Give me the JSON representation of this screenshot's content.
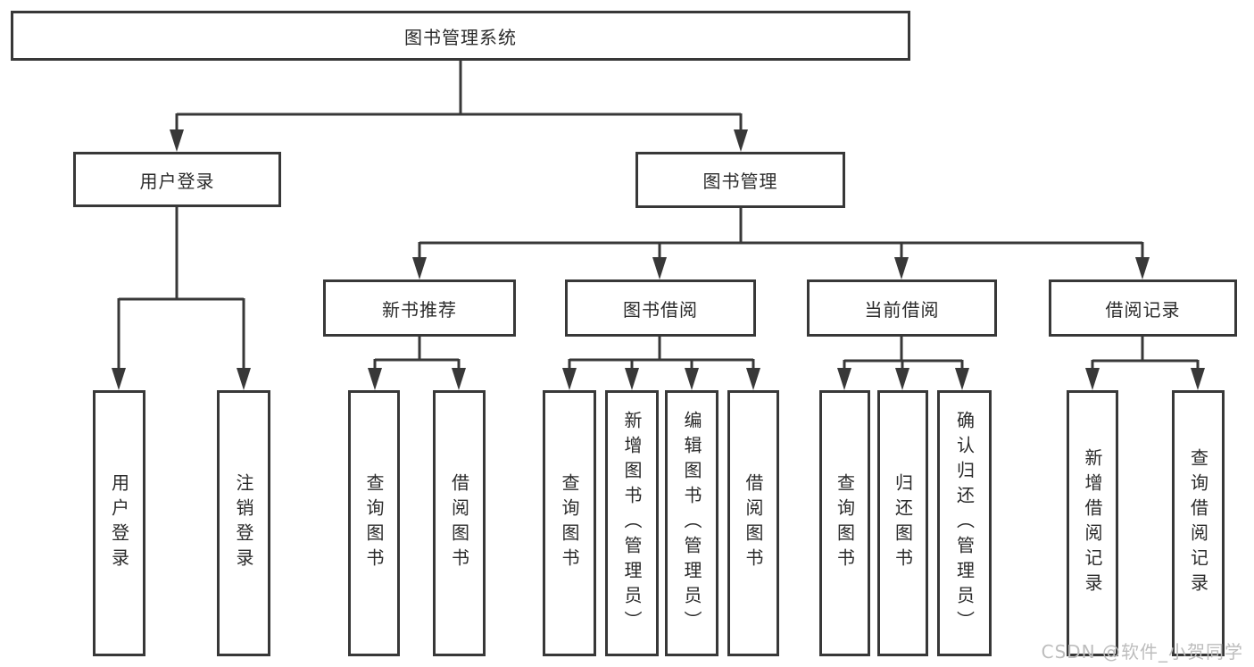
{
  "diagram": {
    "root": {
      "label": "图书管理系统"
    },
    "branches": [
      {
        "label": "用户登录",
        "leaves": [
          {
            "label": "用户登录"
          },
          {
            "label": "注销登录"
          }
        ]
      },
      {
        "label": "图书管理",
        "sections": [
          {
            "label": "新书推荐",
            "leaves": [
              {
                "label": "查询图书"
              },
              {
                "label": "借阅图书"
              }
            ]
          },
          {
            "label": "图书借阅",
            "leaves": [
              {
                "label": "查询图书"
              },
              {
                "label": "新增图书（管理员）"
              },
              {
                "label": "编辑图书（管理员）"
              },
              {
                "label": "借阅图书"
              }
            ]
          },
          {
            "label": "当前借阅",
            "leaves": [
              {
                "label": "查询图书"
              },
              {
                "label": "归还图书"
              },
              {
                "label": "确认归还（管理员）"
              }
            ]
          },
          {
            "label": "借阅记录",
            "leaves": [
              {
                "label": "新增借阅记录"
              },
              {
                "label": "查询借阅记录"
              }
            ]
          }
        ]
      }
    ],
    "colors": {
      "line": "#383838",
      "box_border": "#383838",
      "text": "#2b2b2b",
      "watermark": "#bdbdbd"
    }
  },
  "watermark": {
    "text": "CSDN @软件_小贺同学"
  }
}
